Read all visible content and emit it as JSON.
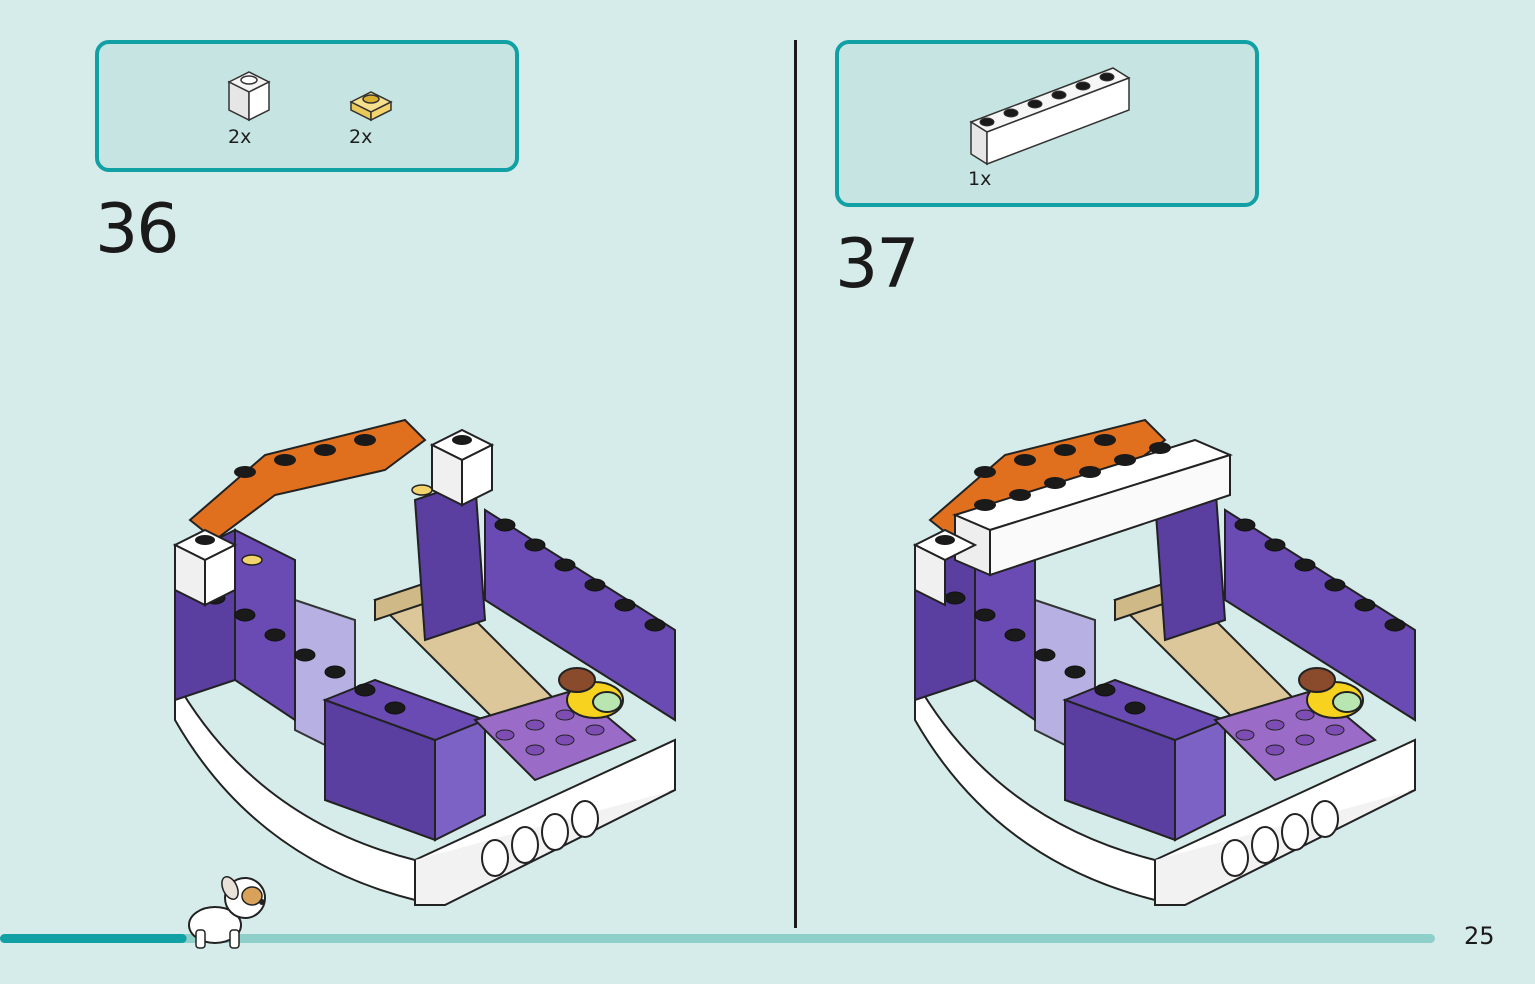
{
  "steps": [
    {
      "number": "36",
      "parts": [
        {
          "name": "white-1x1-brick",
          "qty": "2x",
          "color": "#ffffff"
        },
        {
          "name": "yellow-1x1-round-plate",
          "qty": "2x",
          "color": "#f3d36b"
        }
      ]
    },
    {
      "number": "37",
      "parts": [
        {
          "name": "white-1x6-brick",
          "qty": "1x",
          "color": "#ffffff"
        }
      ]
    }
  ],
  "page": {
    "number": "25"
  },
  "colors": {
    "background": "#d5ecea",
    "parts_border": "#11a0a3",
    "progress_dark": "#11a0a3",
    "progress_light": "#8fcfca",
    "purple": "#6a4bb3",
    "orange": "#e0701e",
    "white": "#ffffff"
  },
  "progress": {
    "fraction": 0.13
  }
}
